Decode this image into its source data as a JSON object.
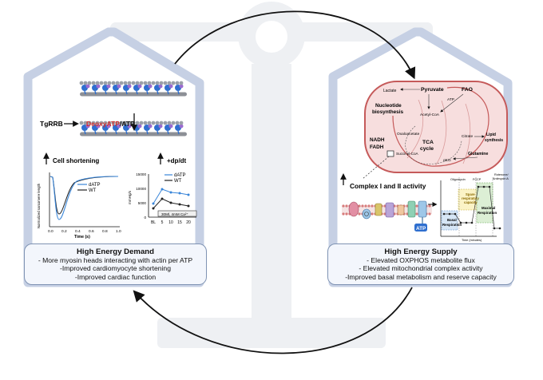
{
  "colors": {
    "frame": "#c6d0e4",
    "caption_border": "#7f93b3",
    "caption_fill": "#f3f6fc",
    "scale": "#eef0f3",
    "accent_red": "#d32f2f",
    "wt": "#222222",
    "datp": "#3a86d9",
    "mito_fill": "#f7dede",
    "mito_stroke": "#c55a5a"
  },
  "left": {
    "tgrrb": "TgRRB",
    "deoxy": "DeoxyATP",
    "slash_atp": "/ATP",
    "cell_shortening": "Cell shortening",
    "dpdt": "+dp/dt",
    "plot1": {
      "legend_datp": "dATP",
      "legend_wt": "WT",
      "xlabel": "Time (s)",
      "ylabel": "Normalized sarcomere length",
      "xticks": [
        "0.0",
        "0.2",
        "0.4",
        "0.6",
        "0.8",
        "1.0"
      ]
    },
    "plot2": {
      "legend_datp": "dATP",
      "legend_wt": "WT",
      "ylabel": "mmHg/s",
      "yticks": [
        "0",
        "5000",
        "10000",
        "15000"
      ],
      "xticks": [
        "BL",
        "5",
        "10",
        "15",
        "20"
      ],
      "band_label": "30Ml, 4mM Ca²⁺"
    },
    "caption": {
      "title": "High Energy Demand",
      "lines": [
        "- More myosin heads interacting with actin per ATP",
        "-Improved cardiomyocyte shortening",
        "-Improved cardiac function"
      ]
    }
  },
  "right": {
    "mito": {
      "lactate": "Lactate",
      "pyruvate": "Pyruvate",
      "fao": "FAO",
      "atp": "ATP",
      "nucleotide": "Nucleotide",
      "biosynthesis": "biosynthesis",
      "acetyl_coa": "Acetyl-CoA",
      "oxaloacetate": "Oxaloacetate",
      "citrate": "Citrate",
      "lipid": "Lipid",
      "synthesis": "synthesis",
      "nadh": "NADH",
      "fadh": "FADH",
      "tca": "TCA",
      "cycle": "cycle",
      "succinyl": "Succinyl-CoA",
      "akg": "αKG",
      "glutamine": "Glutamine"
    },
    "complex_label": "Complex I and II activity",
    "atp_badge": "ATP",
    "seahorse": {
      "top1": "Oligomycin",
      "top2": "FCCP",
      "top3": "Rotenone/",
      "top4": "Antimycin A",
      "spare": "Spare",
      "spare2": "respiratory",
      "spare3": "capacity",
      "maximal": "Maximal",
      "maximal2": "Respiration",
      "basal": "Basal",
      "basal2": "Respiration",
      "xlabel": "Time (minutes)"
    },
    "caption": {
      "title": "High Energy Supply",
      "lines": [
        "- Elevated OXPHOS metabolite flux",
        "- Elevated mitochondrial complex activity",
        "-Improved basal metabolism and reserve capacity"
      ]
    }
  }
}
